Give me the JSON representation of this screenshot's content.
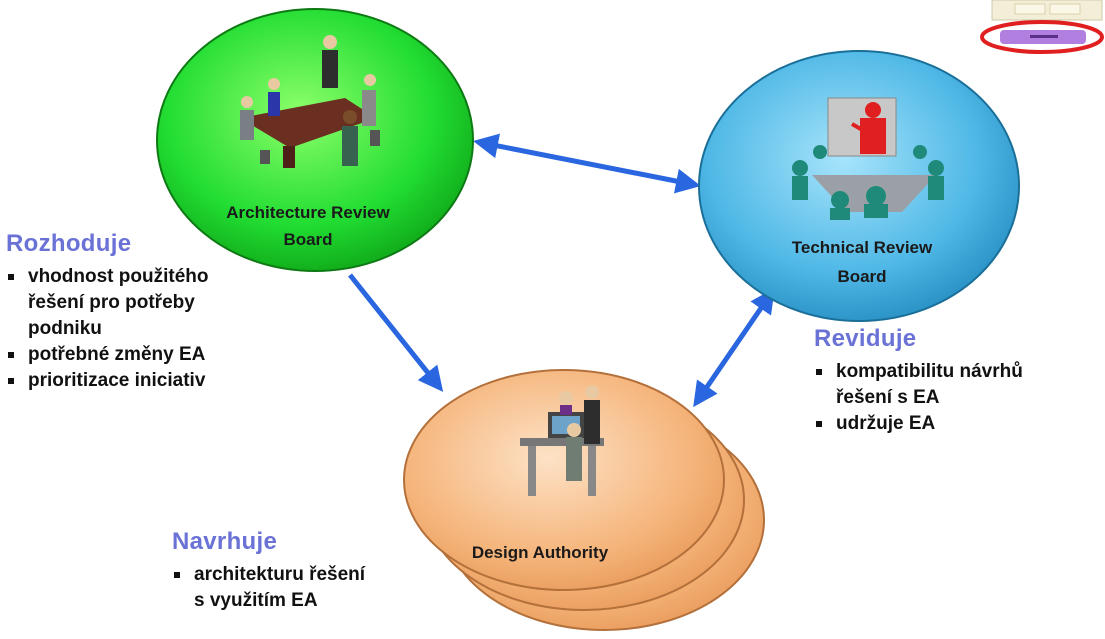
{
  "nodes": {
    "arb": {
      "label_line1": "Architecture Review",
      "label_line2": "Board",
      "color": "#22dd33"
    },
    "trb": {
      "label_line1": "Technical Review",
      "label_line2": "Board",
      "color": "#4fb8e6"
    },
    "da": {
      "label": "Design Authority",
      "color": "#f5b47a"
    }
  },
  "blocks": {
    "arb": {
      "title": "Rozhoduje",
      "items": [
        "vhodnost použitého\nřešení pro potřeby\npodniku",
        "potřebné změny EA",
        "prioritizace iniciativ"
      ]
    },
    "trb": {
      "title": "Reviduje",
      "items": [
        "kompatibilitu návrhů\nřešení s EA",
        "udržuje EA"
      ]
    },
    "da": {
      "title": "Navrhuje",
      "items": [
        "architekturu řešení\ns využitím EA"
      ]
    }
  },
  "colors": {
    "arrow": "#2a66e0",
    "title": "#6b72d6",
    "thumbnail_highlight": "#e02020"
  }
}
